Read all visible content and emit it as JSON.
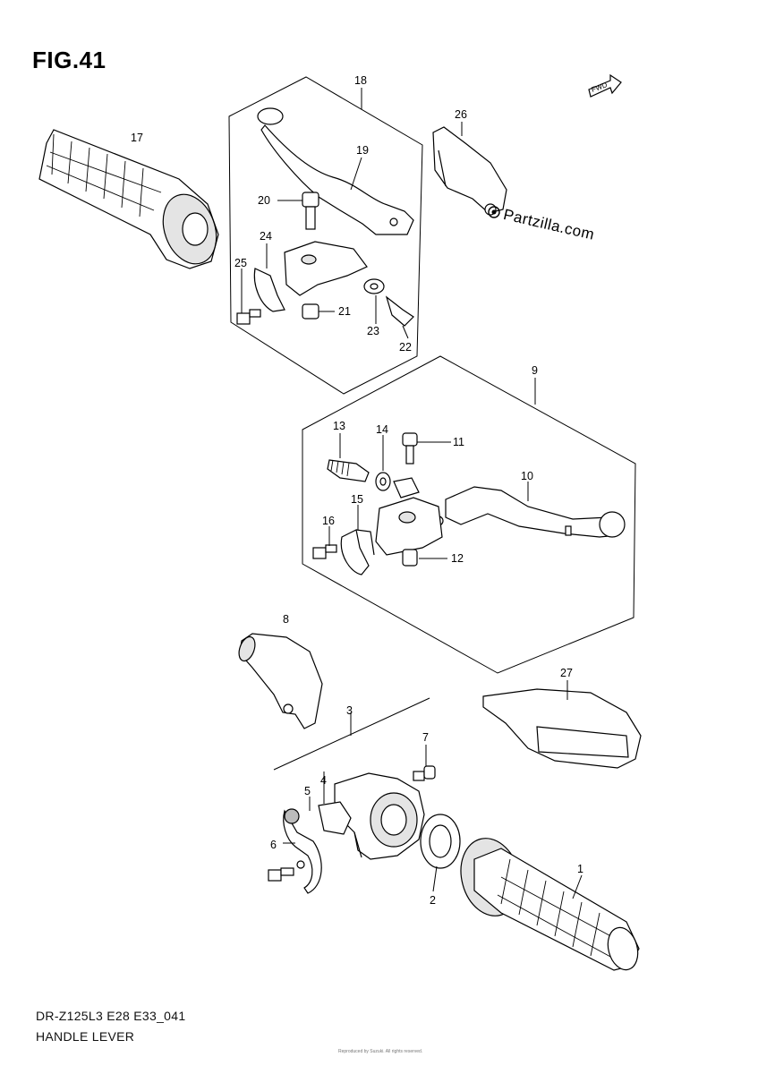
{
  "figure": {
    "title": "FIG.41",
    "model_code": "DR-Z125L3 E28 E33_041",
    "section_name": "HANDLE LEVER",
    "fine_print": "Reproduced by Suzuki. All rights reserved.",
    "watermark": "Partzilla.com",
    "forward_label": "FWD"
  },
  "callouts": [
    "1",
    "2",
    "3",
    "4",
    "5",
    "6",
    "7",
    "8",
    "9",
    "10",
    "11",
    "12",
    "13",
    "14",
    "15",
    "16",
    "17",
    "18",
    "19",
    "20",
    "21",
    "22",
    "23",
    "24",
    "25",
    "26",
    "27"
  ],
  "icons": {
    "forward_arrow": "forward-arrow-icon",
    "watermark_logo": "copyright-icon"
  }
}
